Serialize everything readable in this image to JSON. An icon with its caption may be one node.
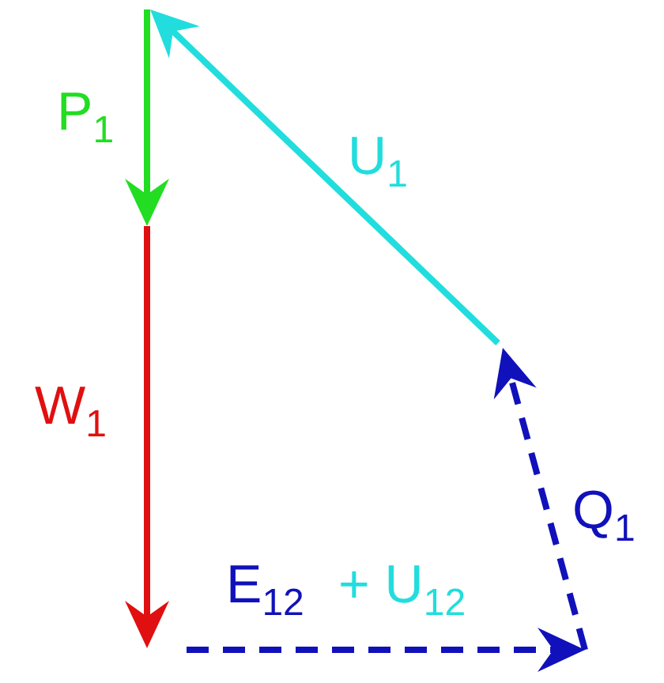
{
  "diagram": {
    "labels": [
      "P$_{1}$",
      "U$_{1}$",
      "W$_{1}$",
      "Q$_{1}$",
      "E$_{12}$",
      "+ U$_{12}$"
    ]
  }
}
